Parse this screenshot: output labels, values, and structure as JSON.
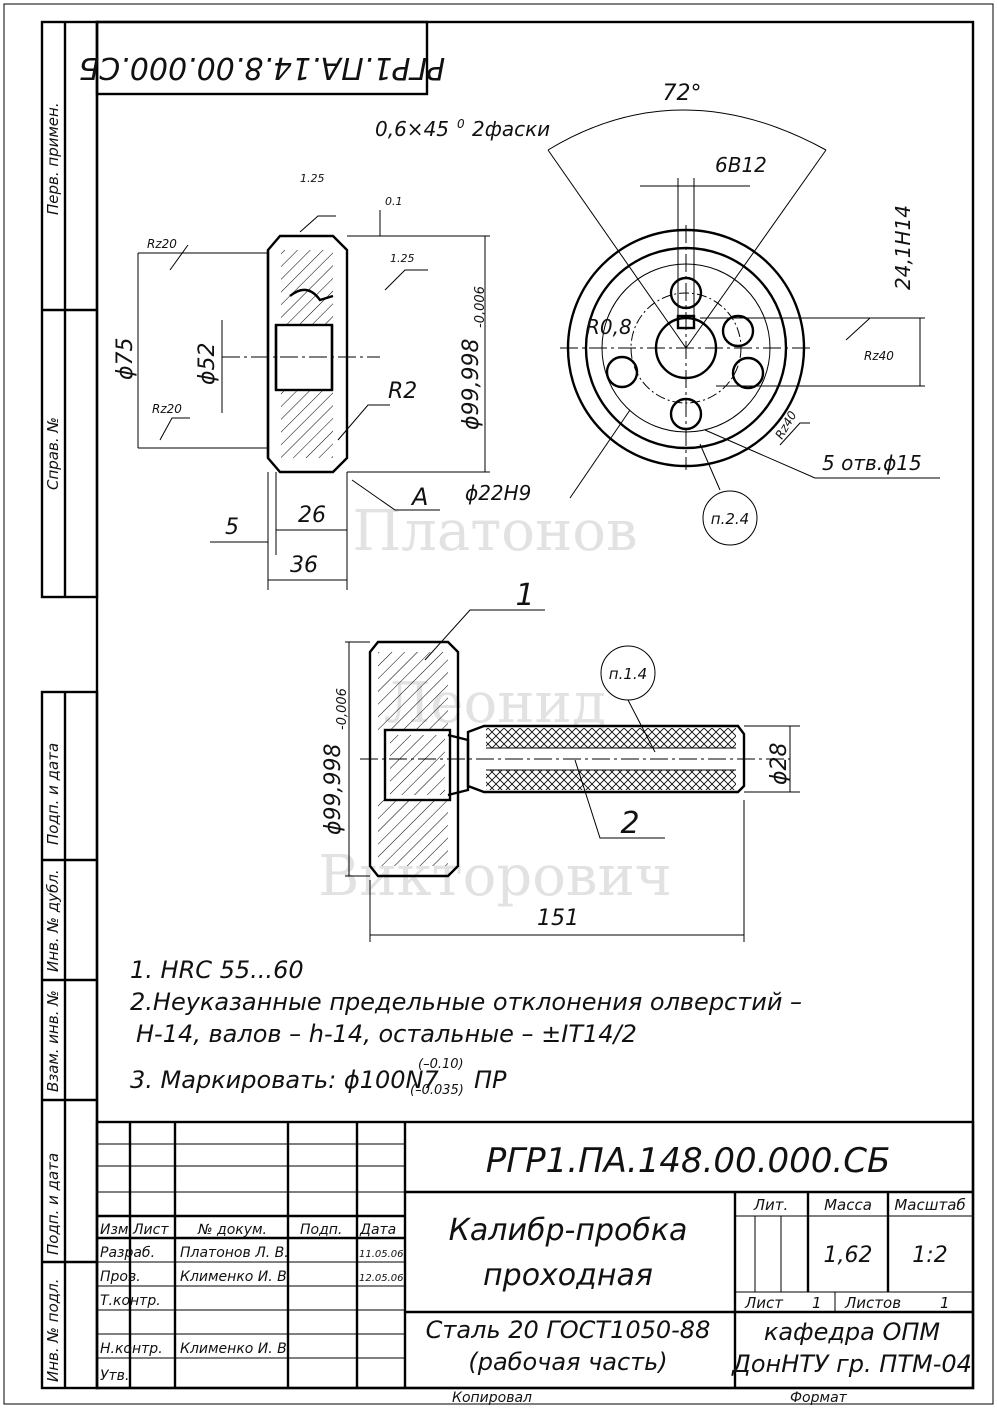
{
  "drawing": {
    "code_rotated": "РГР1.ПА.14.8.00.000.СБ",
    "watermark": [
      "Платонов",
      "Леонид",
      "Викторович"
    ]
  },
  "side_strip": [
    "Перв. примен.",
    "Справ. №",
    "Подп. и дата",
    "Инв. № дубл.",
    "Взам. инв. №",
    "Подп. и дата",
    "Инв. № подл."
  ],
  "dims": {
    "chamfer": "0,6×45",
    "chamfer_deg": "0",
    "chamfer_note": "2фаски",
    "angle": "72°",
    "key_width": "6В12",
    "key_depth": "24,1Н14",
    "r08": "R0,8",
    "rz20a": "Rz20",
    "rz20b": "Rz20",
    "rz40a": "Rz40",
    "rz40b": "Rz40",
    "r125a": "1.25",
    "r125b": "1.25",
    "tol01": "0.1",
    "d75": "ϕ75",
    "d52": "ϕ52",
    "d100": "ϕ99,998",
    "d100_tol": "-0,006",
    "r2": "R2",
    "letter_a": "А",
    "d22": "ϕ22Н9",
    "holes": "5 отв.ϕ15",
    "n5": "5",
    "n26": "26",
    "n36": "36",
    "bub1": "п.2.4",
    "bub2": "п.1.4",
    "pos1": "1",
    "pos2": "2",
    "d100b": "ϕ99,998",
    "d100b_tol": "-0,006",
    "d28": "ϕ28",
    "n151": "151"
  },
  "notes": {
    "n1": "1. HRC 55...60",
    "n2a": "2.Неуказанные предельные отклонения олверстий –",
    "n2b": "Н-14, валов – h-14, остальные – ±IT14/2",
    "n3": "3. Маркировать: ϕ100N7",
    "n3_upper": "(–0.10)",
    "n3_lower": "(–0.035)",
    "n3_end": "ПР"
  },
  "title_block": {
    "code": "РГР1.ПА.148.00.000.СБ",
    "name1": "Калибр-пробка",
    "name2": "проходная",
    "material1": "Сталь 20 ГОСТ1050-88",
    "material2": "(рабочая часть)",
    "org1": "кафедра ОПМ",
    "org2": "ДонНТУ гр. ПТМ-04",
    "h_izm": "Изм.",
    "h_list": "Лист",
    "h_doc": "№ докум.",
    "h_sign": "Подп.",
    "h_date": "Дата",
    "role1": "Разраб.",
    "role2": "Пров.",
    "role3": "Т.контр.",
    "role4": "Н.контр.",
    "role5": "Утв.",
    "name_r1": "Платонов Л. В.",
    "name_r2": "Клименко И. В.",
    "name_r4": "Клименко И. В.",
    "date1": "11.05.06",
    "date2": "12.05.06",
    "lit": "Лит.",
    "mass_h": "Масса",
    "scale_h": "Масштаб",
    "mass": "1,62",
    "scale": "1:2",
    "sheet": "Лист",
    "sheet_n": "1",
    "sheets": "Листов",
    "sheets_n": "1",
    "copied": "Копировал",
    "format": "Формат"
  }
}
